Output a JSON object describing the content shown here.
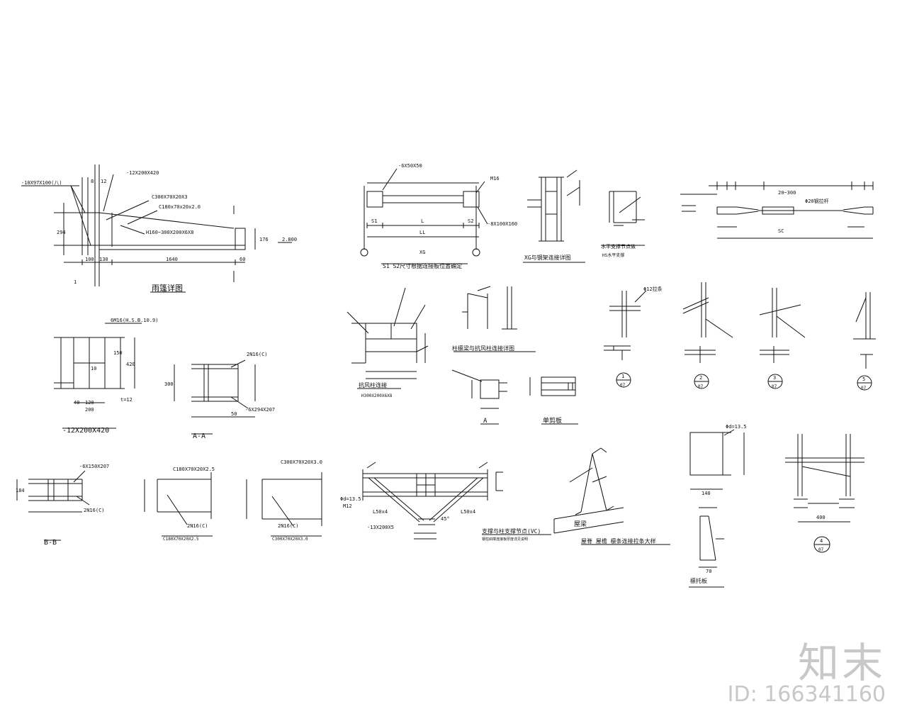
{
  "watermark": {
    "logo": "知末",
    "id": "ID: 166341160"
  },
  "texts": {
    "t_plate1": "-10X97X100(八)",
    "t_plate2": "-12X200X420",
    "t_c300": "C300X70X20X3",
    "t_c180": "C180x70x20x2.0",
    "t_h160": "H160~300X200X6X8",
    "t_1640": "1640",
    "t_100": "100",
    "t_130": "130",
    "t_60": "60",
    "t_2800": "2.800",
    "t_176": "176",
    "t_12": "12",
    "t_8": "8",
    "t_294": "294",
    "t_1": "1",
    "t_yp_title": "雨篷详图",
    "t_bolts": "6M16(H.S.B.10.9)",
    "t_420": "420",
    "t_200": "200",
    "t_120": "120",
    "t_40": "40",
    "t_150": "150",
    "t_10": "10",
    "t_t12": "t=12",
    "t_plate_cap": "-12X200X420",
    "t_2n16": "2N16(C)",
    "t_6x294": "-6X294X207",
    "t_300": "300",
    "t_50": "50",
    "t_aa": "A-A",
    "t_6x150": "-6X150X207",
    "t_184": "184",
    "t_bb": "B-B",
    "t_c180b": "C180X70X20X2.5",
    "t_c180cap": "C180X70X20X2.5",
    "t_c300b": "C300X70X20X3.0",
    "t_c300cap": "C300X70X20X3.0",
    "t_s1": "S1",
    "t_l": "L",
    "t_s2": "S2",
    "t_ll": "LL",
    "t_xg": "XG",
    "t_xg_title": "S1 S2尺寸根据连接板位置确定",
    "t_6x50": "-6X50X50",
    "t_8x100": "-8X100X160",
    "t_m16": "M16",
    "t_ceng_title": "XG与钢架连接详图",
    "t_sp_title": "水平支撑节点做",
    "t_sp_sub": "HS水平支撑",
    "t_sc": "SC",
    "t_sc_dim": "20~300",
    "t_sc_rod": "Φ20钢拉杆",
    "t_kf_title": "抗风柱连接",
    "t_kf_sub": "H300X200X6X8",
    "t_lian_title": "柱檩梁与抗风柱连接详图",
    "t_dj_title": "单剪板",
    "t_a": "A",
    "t_tc_title": "支撑与柱支撑节点(VC)",
    "t_tc_sub": "钢柱斜撑连接板厚度详见说明",
    "t_l50": "L50x4",
    "t_l50b": "L50x4",
    "t_m12": "M12",
    "t_45": "45°",
    "t_d135": "Φd=13.5",
    "t_13x": "-13X200X5",
    "t_lt_title": "屋脊 屋檐 檩条连接拉条大样",
    "t_wl": "屋梁",
    "t_pl": "檩托板",
    "t_n1": "1",
    "t_n2": "2",
    "t_n3": "3",
    "t_n4": "4",
    "t_n5": "5",
    "t_d7": "07",
    "t_400": "400",
    "t_70": "70",
    "t_140": "140",
    "t_phi12": "Φ12拉条",
    "t_phi13": "Φd=13.5"
  },
  "colors": {
    "line": "#111111",
    "watermark": "#c8c8c8"
  }
}
